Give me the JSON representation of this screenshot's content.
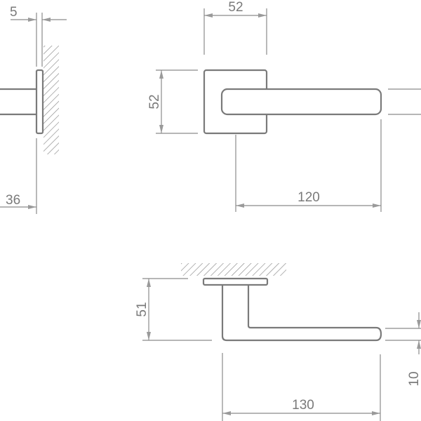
{
  "drawing": {
    "side_view": {
      "plate_thickness_label": "5",
      "projection_label": "36"
    },
    "front_view": {
      "rose_width_label": "52",
      "rose_height_label": "52",
      "lever_length_label": "120"
    },
    "top_view": {
      "height_label": "51",
      "lever_thickness_label": "10",
      "overall_length_label": "130"
    }
  },
  "colors": {
    "line": "#7a7a7a",
    "background": "#ffffff"
  }
}
